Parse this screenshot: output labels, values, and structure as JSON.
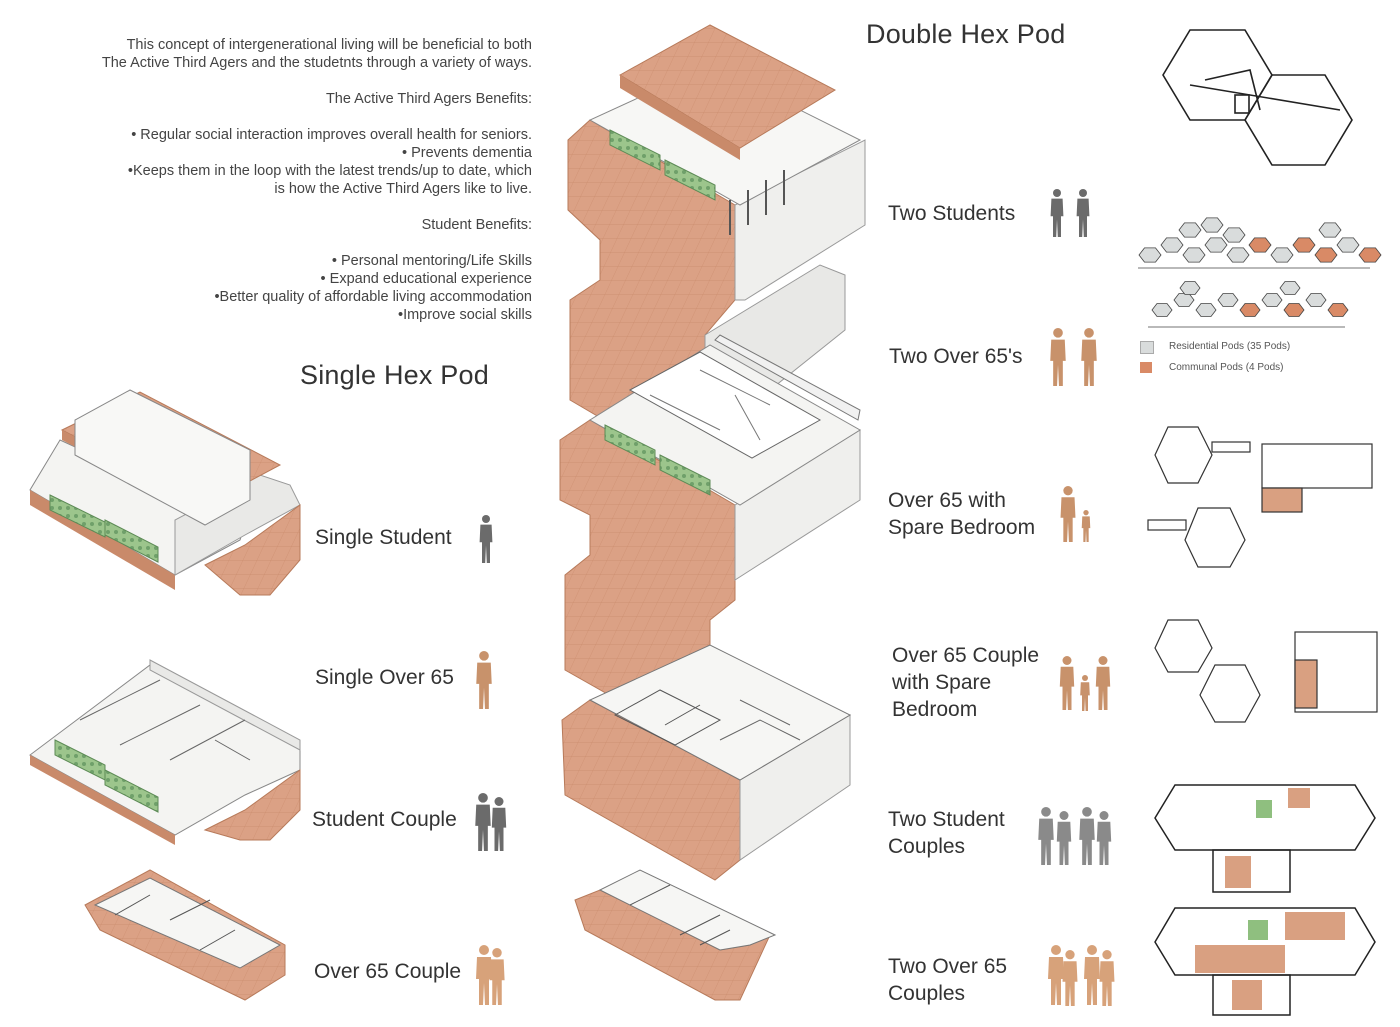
{
  "intro": {
    "lines": [
      "This concept of intergenerational living will be beneficial to both",
      "The Active Third Agers and the studetnts through a variety of ways."
    ],
    "third_agers_heading": "The Active Third Agers Benefits:",
    "third_agers_benefits": [
      "• Regular social interaction improves overall health for seniors.",
      "• Prevents dementia",
      "•Keeps them in the loop with the latest trends/up to date, which",
      "is how the Active Third Agers like to live."
    ],
    "student_heading": "Student Benefits:",
    "student_benefits": [
      "• Personal mentoring/Life Skills",
      "• Expand educational experience",
      "•Better quality of affordable living accommodation",
      "•Improve social skills"
    ]
  },
  "single_pod": {
    "title": "Single Hex Pod",
    "options": [
      {
        "label": "Single Student",
        "figure": "student-silhouette",
        "color": "#6b6b6b"
      },
      {
        "label": "Single Over 65",
        "figure": "senior-silhouette",
        "color": "#c8926b"
      },
      {
        "label": "Student Couple",
        "figure": "student-couple-silhouette",
        "color": "#6b6b6b"
      },
      {
        "label": "Over 65 Couple",
        "figure": "senior-couple-silhouette",
        "color": "#d7a27a"
      }
    ]
  },
  "double_pod": {
    "title": "Double Hex Pod",
    "options": [
      {
        "label_lines": [
          "Two Students"
        ],
        "figure": "two-students-silhouette",
        "color": "#6b6b6b"
      },
      {
        "label_lines": [
          "Two Over 65's"
        ],
        "figure": "two-seniors-silhouette",
        "color": "#c8926b"
      },
      {
        "label_lines": [
          "Over 65 with",
          "Spare Bedroom"
        ],
        "figure": "senior-with-child-silhouette",
        "color": "#c8926b"
      },
      {
        "label_lines": [
          "Over 65 Couple",
          "with Spare",
          "Bedroom"
        ],
        "figure": "senior-couple-with-child-silhouette",
        "color": "#c8926b"
      },
      {
        "label_lines": [
          "Two Student",
          "Couples"
        ],
        "figure": "two-student-couples-silhouette",
        "color": "#8a8a8a"
      },
      {
        "label_lines": [
          "Two Over 65",
          "Couples"
        ],
        "figure": "two-senior-couples-silhouette",
        "color": "#d7a27a"
      }
    ]
  },
  "legend": [
    {
      "label": "Residential Pods (35 Pods)",
      "color": "#d9dcdc"
    },
    {
      "label": "Communal Pods (4 Pods)",
      "color": "#d98a66"
    }
  ],
  "colors": {
    "roof": "#d9a081",
    "roof_dark": "#c98a6a",
    "wall": "#f4f4f2",
    "grey_figure": "#6b6b6b",
    "orange_figure": "#c8926b",
    "planter": "#8fbf7f"
  }
}
